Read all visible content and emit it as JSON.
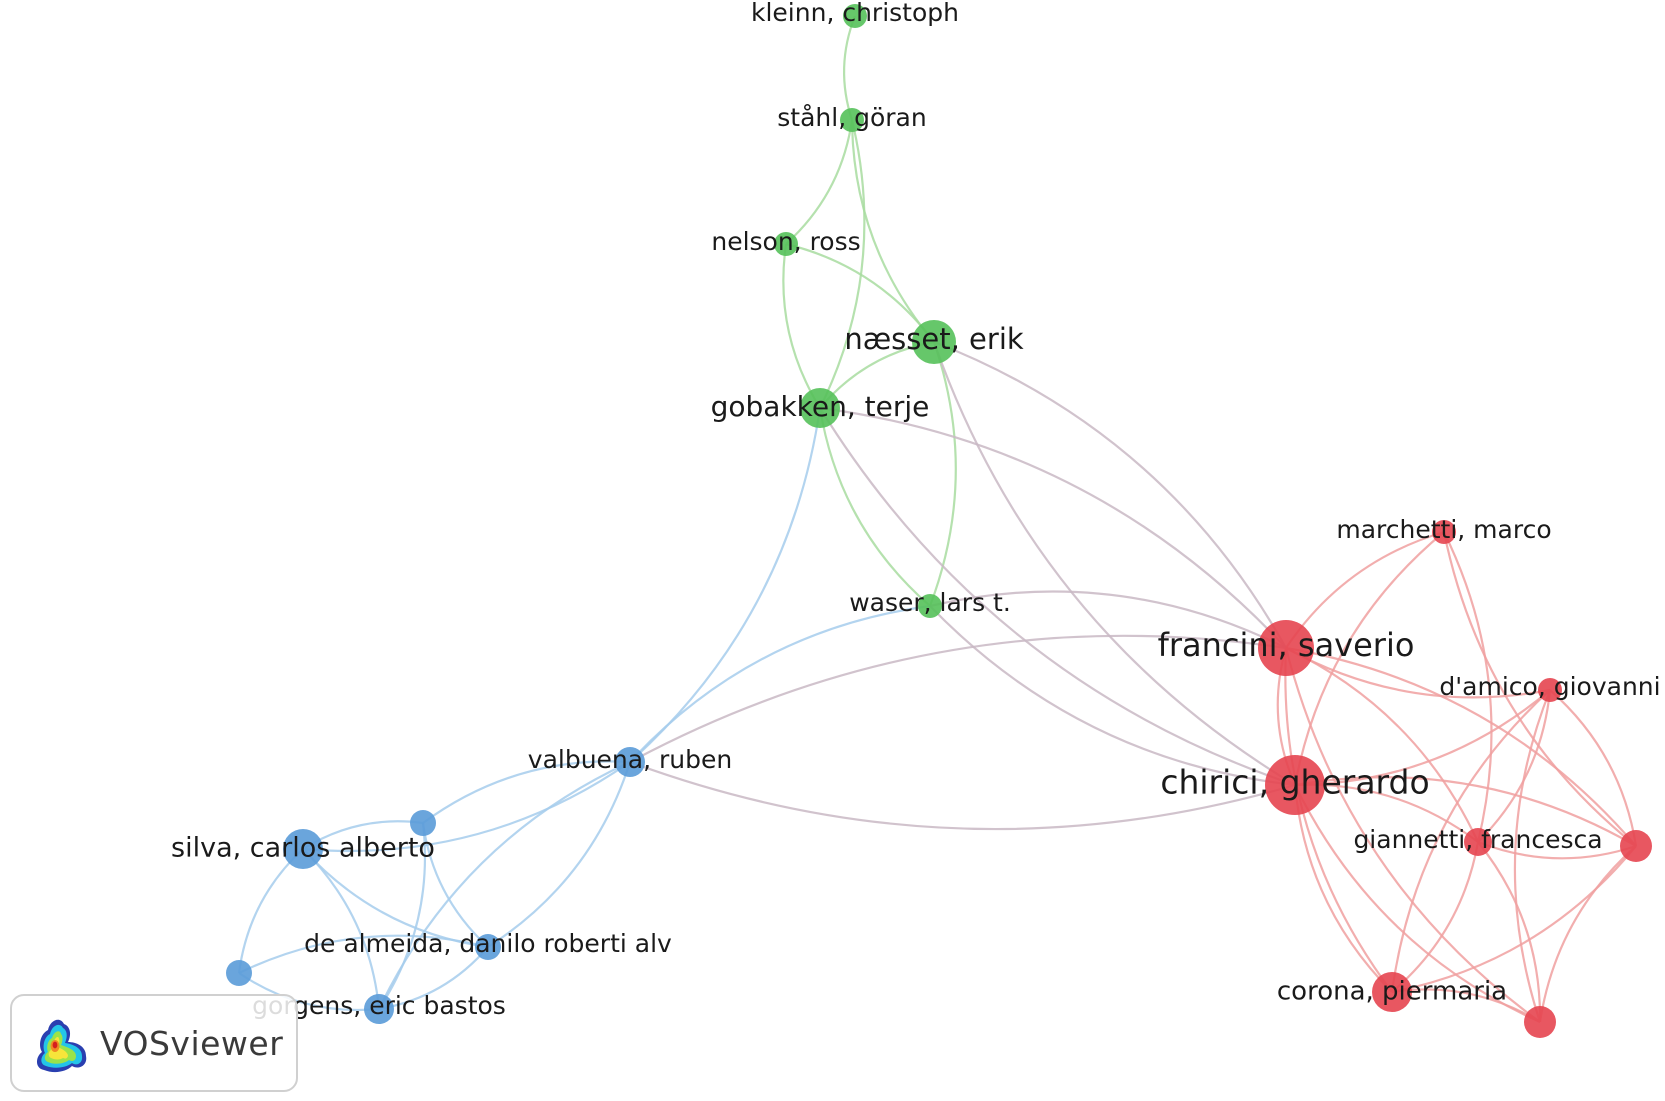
{
  "colors": {
    "cluster_red": "#e64550",
    "cluster_green": "#55c15a",
    "cluster_blue": "#5a9bd8",
    "edge_red": "#f0a0a0",
    "edge_green": "#a8dca0",
    "edge_blue": "#a6ccec",
    "edge_mixed": "#c9b8c4"
  },
  "badge": {
    "label": "VOSviewer",
    "logo_icon": "vosviewer-heatmap-icon"
  },
  "nodes": [
    {
      "id": "kleinn",
      "label": "kleinn, christoph",
      "cluster": "green",
      "size": 1
    },
    {
      "id": "stahl",
      "label": "ståhl, göran",
      "cluster": "green",
      "size": 1
    },
    {
      "id": "nelson",
      "label": "nelson, ross",
      "cluster": "green",
      "size": 1
    },
    {
      "id": "naesset",
      "label": "næsset, erik",
      "cluster": "green",
      "size": 2
    },
    {
      "id": "gobakken",
      "label": "gobakken, terje",
      "cluster": "green",
      "size": 2
    },
    {
      "id": "waser",
      "label": "waser, lars t.",
      "cluster": "green",
      "size": 1
    },
    {
      "id": "marchetti",
      "label": "marchetti, marco",
      "cluster": "red",
      "size": 1
    },
    {
      "id": "francini",
      "label": "francini, saverio",
      "cluster": "red",
      "size": 3
    },
    {
      "id": "damico",
      "label": "d'amico, giovanni",
      "cluster": "red",
      "size": 1
    },
    {
      "id": "chirici",
      "label": "chirici, gherardo",
      "cluster": "red",
      "size": 4
    },
    {
      "id": "giannetti",
      "label": "giannetti, francesca",
      "cluster": "red",
      "size": 1
    },
    {
      "id": "red_unlabeled_1",
      "label": "",
      "cluster": "red",
      "size": 1
    },
    {
      "id": "corona",
      "label": "corona, piermaria",
      "cluster": "red",
      "size": 2
    },
    {
      "id": "red_unlabeled_2",
      "label": "",
      "cluster": "red",
      "size": 1
    },
    {
      "id": "valbuena",
      "label": "valbuena, ruben",
      "cluster": "blue",
      "size": 1
    },
    {
      "id": "blue_unlabeled_1",
      "label": "",
      "cluster": "blue",
      "size": 1
    },
    {
      "id": "silva",
      "label": "silva, carlos alberto",
      "cluster": "blue",
      "size": 2
    },
    {
      "id": "dealmeida",
      "label": "de almeida, danilo roberti alv",
      "cluster": "blue",
      "size": 1
    },
    {
      "id": "blue_unlabeled_2",
      "label": "",
      "cluster": "blue",
      "size": 1
    },
    {
      "id": "gorgens",
      "label": "gorgens, eric bastos",
      "cluster": "blue",
      "size": 1
    }
  ],
  "edges": [
    [
      "kleinn",
      "stahl"
    ],
    [
      "stahl",
      "nelson"
    ],
    [
      "stahl",
      "naesset"
    ],
    [
      "stahl",
      "gobakken"
    ],
    [
      "nelson",
      "gobakken"
    ],
    [
      "nelson",
      "naesset"
    ],
    [
      "naesset",
      "gobakken"
    ],
    [
      "naesset",
      "waser"
    ],
    [
      "gobakken",
      "waser"
    ],
    [
      "naesset",
      "francini"
    ],
    [
      "naesset",
      "chirici"
    ],
    [
      "gobakken",
      "francini"
    ],
    [
      "gobakken",
      "chirici"
    ],
    [
      "gobakken",
      "valbuena"
    ],
    [
      "waser",
      "valbuena"
    ],
    [
      "waser",
      "francini"
    ],
    [
      "waser",
      "chirici"
    ],
    [
      "valbuena",
      "francini"
    ],
    [
      "valbuena",
      "chirici"
    ],
    [
      "valbuena",
      "silva"
    ],
    [
      "valbuena",
      "blue_unlabeled_1"
    ],
    [
      "valbuena",
      "dealmeida"
    ],
    [
      "valbuena",
      "gorgens"
    ],
    [
      "silva",
      "blue_unlabeled_1"
    ],
    [
      "silva",
      "dealmeida"
    ],
    [
      "silva",
      "gorgens"
    ],
    [
      "silva",
      "blue_unlabeled_2"
    ],
    [
      "blue_unlabeled_1",
      "gorgens"
    ],
    [
      "blue_unlabeled_1",
      "dealmeida"
    ],
    [
      "dealmeida",
      "gorgens"
    ],
    [
      "blue_unlabeled_2",
      "gorgens"
    ],
    [
      "blue_unlabeled_2",
      "dealmeida"
    ],
    [
      "francini",
      "chirici"
    ],
    [
      "francini",
      "marchetti"
    ],
    [
      "francini",
      "damico"
    ],
    [
      "francini",
      "giannetti"
    ],
    [
      "francini",
      "corona"
    ],
    [
      "francini",
      "red_unlabeled_1"
    ],
    [
      "francini",
      "red_unlabeled_2"
    ],
    [
      "chirici",
      "marchetti"
    ],
    [
      "chirici",
      "damico"
    ],
    [
      "chirici",
      "giannetti"
    ],
    [
      "chirici",
      "corona"
    ],
    [
      "chirici",
      "red_unlabeled_1"
    ],
    [
      "chirici",
      "red_unlabeled_2"
    ],
    [
      "marchetti",
      "giannetti"
    ],
    [
      "marchetti",
      "red_unlabeled_1"
    ],
    [
      "damico",
      "giannetti"
    ],
    [
      "damico",
      "corona"
    ],
    [
      "damico",
      "red_unlabeled_1"
    ],
    [
      "damico",
      "red_unlabeled_2"
    ],
    [
      "giannetti",
      "corona"
    ],
    [
      "giannetti",
      "red_unlabeled_1"
    ],
    [
      "giannetti",
      "red_unlabeled_2"
    ],
    [
      "corona",
      "red_unlabeled_1"
    ],
    [
      "corona",
      "red_unlabeled_2"
    ],
    [
      "red_unlabeled_1",
      "red_unlabeled_2"
    ]
  ]
}
